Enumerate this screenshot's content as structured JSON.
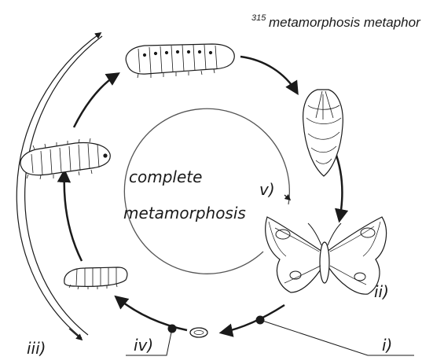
{
  "caption": {
    "number": "315",
    "title": "metamorphosis metaphor"
  },
  "center_label": {
    "line1": "complete",
    "line2": "metamorphosis"
  },
  "labels": {
    "i": "i)",
    "ii": "ii)",
    "iii": "iii)",
    "iv": "iv)",
    "v": "v)"
  },
  "stages": [
    "egg",
    "small larva",
    "medium larva",
    "large larva",
    "pupa",
    "adult moth"
  ],
  "colors": {
    "ink": "#1a1a1a",
    "circle": "#555555",
    "paper": "#ffffff"
  }
}
